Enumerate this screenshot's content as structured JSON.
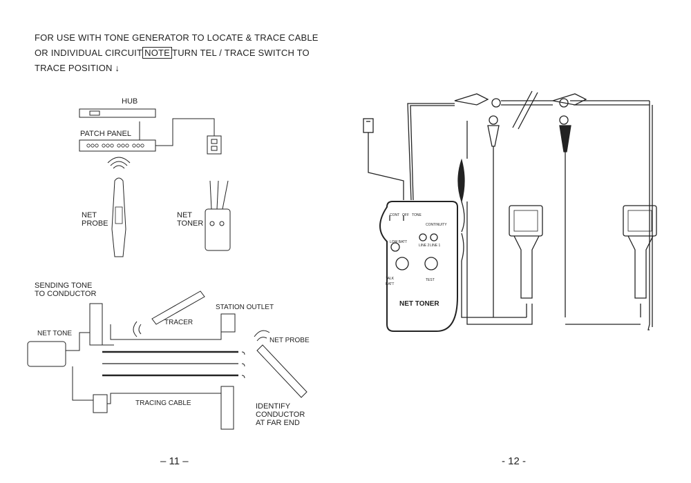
{
  "intro": {
    "line1": "FOR USE WITH TONE GENERATOR TO LOCATE & TRACE CABLE",
    "line2_before": "OR INDIVIDUAL CIRCUIT",
    "note": "NOTE",
    "line2_after": "TURN TEL / TRACE SWITCH TO",
    "line3": "TRACE POSITION",
    "arrow": "↓"
  },
  "diagram1": {
    "hub": "HUB",
    "patch_panel": "PATCH PANEL",
    "net_probe": "NET\nPROBE",
    "net_toner": "NET\nTONER"
  },
  "diagram2": {
    "sending_tone": "SENDING TONE\nTO CONDUCTOR",
    "net_tone": "NET TONE",
    "tracer": "TRACER",
    "station_outlet": "STATION OUTLET",
    "net_probe": "NET PROBE",
    "tracing_cable": "TRACING CABLE",
    "identify": "IDENTIFY\nCONDUCTOR\nAT FAR END"
  },
  "device": {
    "name": "NET TONER",
    "cont": "CONT",
    "off": "OFF",
    "tone": "TONE",
    "low_batt": "LOW BATT",
    "line2": "LINE 2",
    "line1": "LINE 1",
    "continuity": "CONTINUITY",
    "talk": "TALK",
    "batt": "BATT",
    "test": "TEST"
  },
  "page_numbers": {
    "left": "11",
    "right": "- 12 -"
  }
}
